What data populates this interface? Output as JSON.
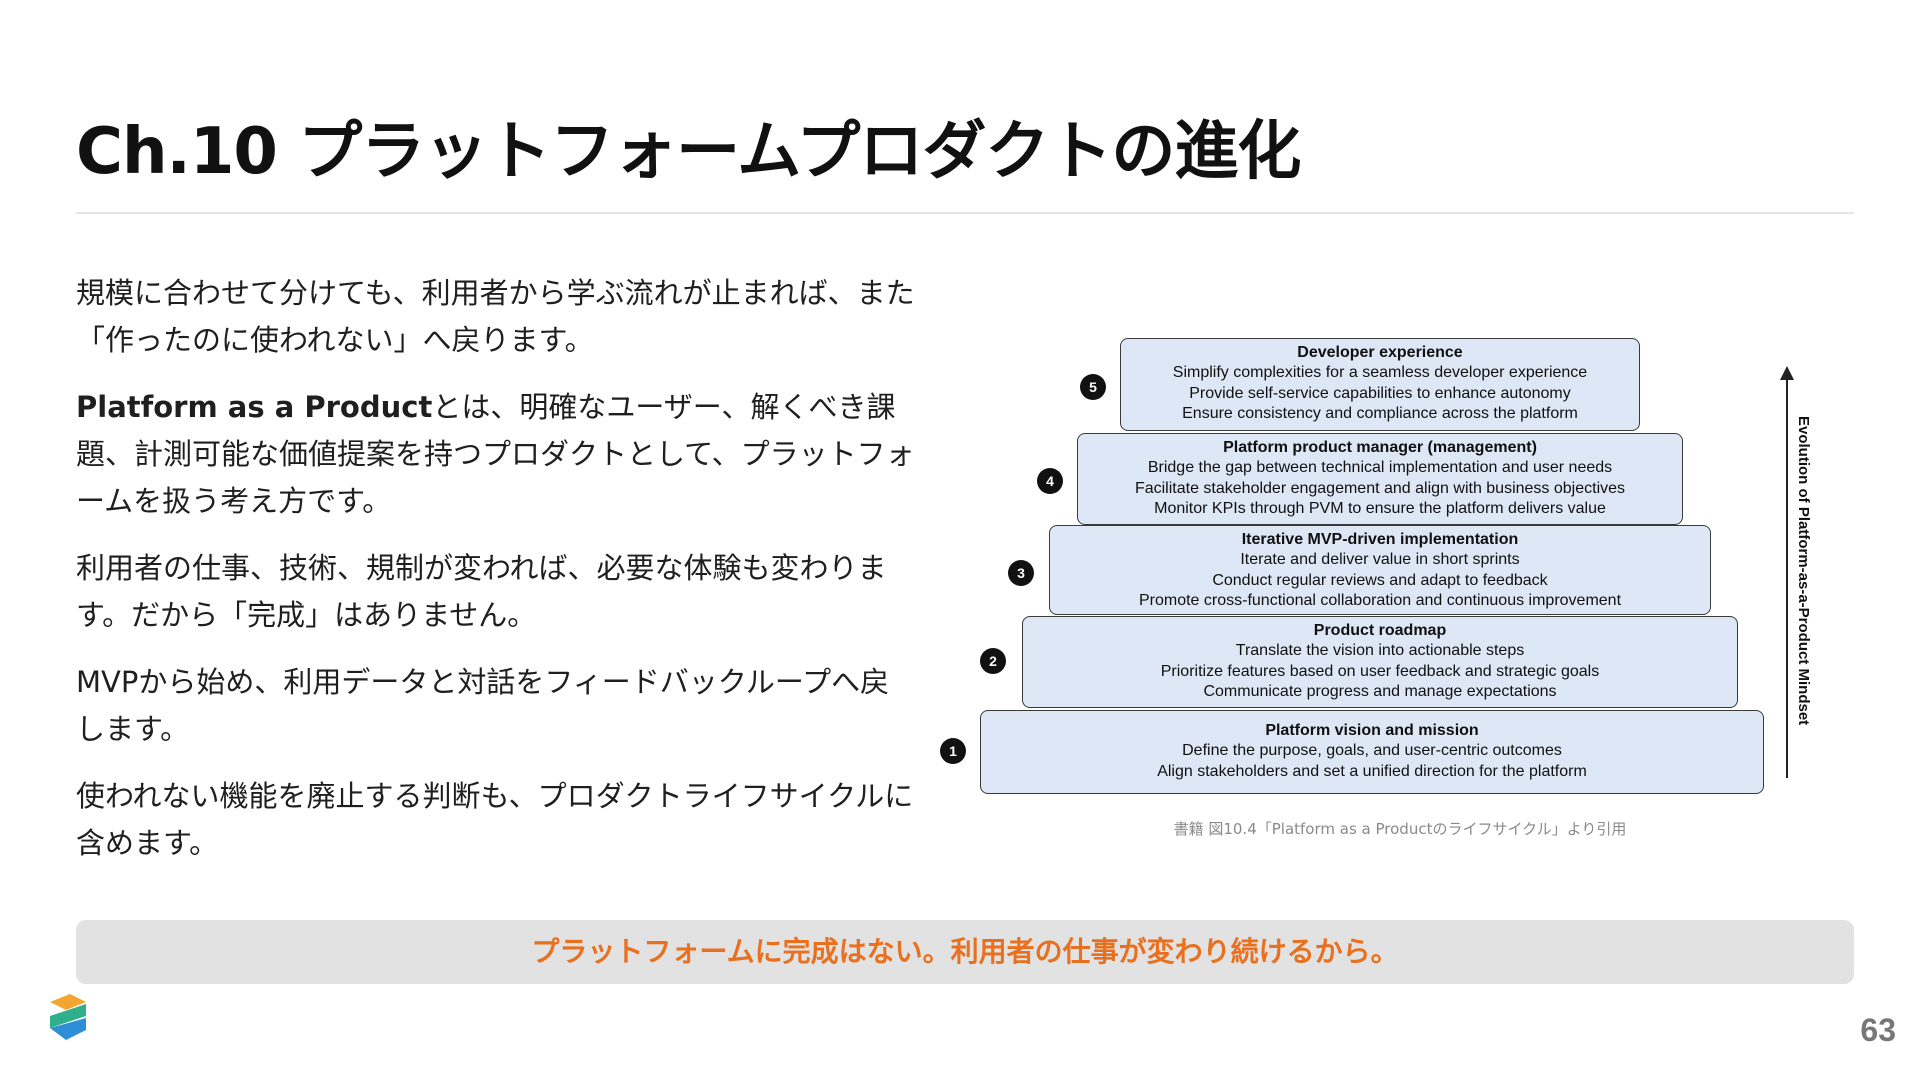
{
  "slide": {
    "title": "Ch.10 プラットフォームプロダクトの進化",
    "page_number": "63"
  },
  "body": {
    "p1": "規模に合わせて分けても、利用者から学ぶ流れが止まれば、また「作ったのに使われない」へ戻ります。",
    "p2_bold": "Platform as a Product",
    "p2_rest": "とは、明確なユーザー、解くべき課題、計測可能な価値提案を持つプロダクトとして、プラットフォームを扱う考え方です。",
    "p3": "利用者の仕事、技術、規制が変われば、必要な体験も変わります。だから「完成」はありません。",
    "p4": "MVPから始め、利用データと対話をフィードバックループへ戻します。",
    "p5": "使われない機能を廃止する判断も、プロダクトライフサイクルに含めます。"
  },
  "figure": {
    "axis_label": "Evolution of Platform-as-a-Product Mindset",
    "caption": "書籍 図10.4「Platform as a Productのライフサイクル」より引用",
    "tiers": [
      {
        "number": "5",
        "title": "Developer experience",
        "lines": [
          "Simplify complexities for a seamless developer experience",
          "Provide self-service capabilities to enhance autonomy",
          "Ensure consistency and compliance across the platform"
        ]
      },
      {
        "number": "4",
        "title": "Platform product manager (management)",
        "lines": [
          "Bridge the gap between technical implementation and user needs",
          "Facilitate stakeholder engagement and align with business objectives",
          "Monitor KPIs through PVM to ensure the platform delivers value"
        ]
      },
      {
        "number": "3",
        "title": "Iterative MVP-driven implementation",
        "lines": [
          "Iterate and deliver value in short sprints",
          "Conduct regular reviews and adapt to feedback",
          "Promote cross-functional collaboration and continuous improvement"
        ]
      },
      {
        "number": "2",
        "title": "Product roadmap",
        "lines": [
          "Translate the vision into actionable steps",
          "Prioritize features based on user feedback and strategic goals",
          "Communicate progress and manage expectations"
        ]
      },
      {
        "number": "1",
        "title": "Platform vision and mission",
        "lines": [
          "Define the purpose, goals, and user-centric outcomes",
          "Align stakeholders and set a unified direction for the platform"
        ]
      }
    ]
  },
  "banner": {
    "text": "プラットフォームに完成はない。利用者の仕事が変わり続けるから。"
  },
  "colors": {
    "accent": "#e8701e",
    "tier_fill": "#dde7f5",
    "banner_bg": "#e2e2e2"
  },
  "icons": {
    "logo": "brand-logo-icon"
  }
}
